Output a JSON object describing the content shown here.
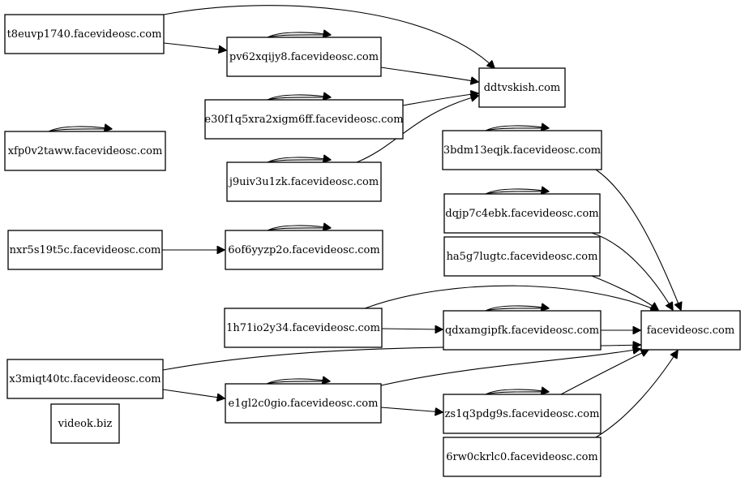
{
  "nodes": [
    {
      "id": "n01",
      "label": "t8euvp1740.facevideosc.com"
    },
    {
      "id": "n02",
      "label": "pv62xqijy8.facevideosc.com"
    },
    {
      "id": "n03",
      "label": "ddtvskish.com"
    },
    {
      "id": "n04",
      "label": "e30f1q5xra2xigm6ff.facevideosc.com"
    },
    {
      "id": "n05",
      "label": "xfp0v2taww.facevideosc.com"
    },
    {
      "id": "n06",
      "label": "j9uiv3u1zk.facevideosc.com"
    },
    {
      "id": "n07",
      "label": "3bdm13eqjk.facevideosc.com"
    },
    {
      "id": "n08",
      "label": "dqjp7c4ebk.facevideosc.com"
    },
    {
      "id": "n09",
      "label": "nxr5s19t5c.facevideosc.com"
    },
    {
      "id": "n10",
      "label": "6of6yyzp2o.facevideosc.com"
    },
    {
      "id": "n11",
      "label": "ha5g7lugtc.facevideosc.com"
    },
    {
      "id": "n12",
      "label": "1h71io2y34.facevideosc.com"
    },
    {
      "id": "n13",
      "label": "qdxamgipfk.facevideosc.com"
    },
    {
      "id": "n14",
      "label": "facevideosc.com"
    },
    {
      "id": "n15",
      "label": "x3miqt40tc.facevideosc.com"
    },
    {
      "id": "n16",
      "label": "e1gl2c0gio.facevideosc.com"
    },
    {
      "id": "n17",
      "label": "zs1q3pdg9s.facevideosc.com"
    },
    {
      "id": "n18",
      "label": "videok.biz"
    },
    {
      "id": "n19",
      "label": "6rw0ckrlc0.facevideosc.com"
    }
  ],
  "edges": [
    {
      "from": "n01",
      "to": "n02"
    },
    {
      "from": "n01",
      "to": "n03"
    },
    {
      "from": "n02",
      "to": "n02"
    },
    {
      "from": "n02",
      "to": "n03"
    },
    {
      "from": "n04",
      "to": "n04"
    },
    {
      "from": "n04",
      "to": "n03"
    },
    {
      "from": "n05",
      "to": "n05"
    },
    {
      "from": "n06",
      "to": "n06"
    },
    {
      "from": "n06",
      "to": "n03"
    },
    {
      "from": "n07",
      "to": "n07"
    },
    {
      "from": "n07",
      "to": "n14"
    },
    {
      "from": "n08",
      "to": "n08"
    },
    {
      "from": "n08",
      "to": "n14"
    },
    {
      "from": "n09",
      "to": "n10"
    },
    {
      "from": "n10",
      "to": "n10"
    },
    {
      "from": "n11",
      "to": "n14"
    },
    {
      "from": "n12",
      "to": "n13"
    },
    {
      "from": "n12",
      "to": "n14"
    },
    {
      "from": "n13",
      "to": "n13"
    },
    {
      "from": "n13",
      "to": "n14"
    },
    {
      "from": "n15",
      "to": "n16"
    },
    {
      "from": "n15",
      "to": "n14"
    },
    {
      "from": "n16",
      "to": "n16"
    },
    {
      "from": "n16",
      "to": "n17"
    },
    {
      "from": "n16",
      "to": "n14"
    },
    {
      "from": "n17",
      "to": "n17"
    },
    {
      "from": "n17",
      "to": "n14"
    },
    {
      "from": "n19",
      "to": "n14"
    }
  ]
}
